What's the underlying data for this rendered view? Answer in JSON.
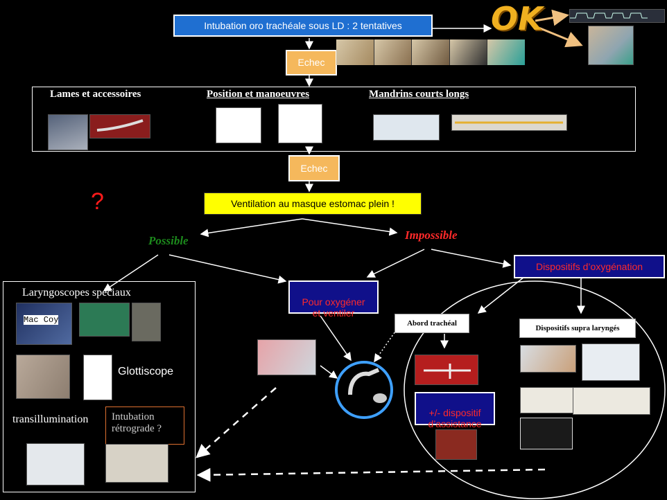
{
  "top": {
    "intubation_title": "Intubation oro trachéale sous LD : 2 tentatives",
    "ok_label": "OK",
    "echec_1": "Echec",
    "echec_2": "Echec"
  },
  "techniques": {
    "lames": "Lames et accessoires",
    "position": "Position et manoeuvres",
    "mandrins": "Mandrins courts longs"
  },
  "ventilation": {
    "title": "Ventilation au masque estomac plein !",
    "question_mark": "?",
    "possible": "Possible",
    "impossible": "Impossible"
  },
  "possible_branch": {
    "laryngoscopes": "Laryngoscopes spéciaux",
    "mac_coy": "Mac  Coy",
    "glottiscope": "Glottiscope",
    "transillumination": "transillumination",
    "intubation_retro": "Intubation\nrétrograde ?"
  },
  "center": {
    "pour_oxygener": "Pour oxygéner\net ventiler"
  },
  "impossible_branch": {
    "dispositifs_oxy": "Dispositifs d’oxygénation",
    "abord_tracheal": "Abord trachéal",
    "supra": "Dispositifs supra laryngés",
    "assistance": "+/- dispositif\nd’assistance"
  },
  "colors": {
    "background": "#000000",
    "blue_box": "#1f6fd1",
    "orange_box": "#f5b85c",
    "yellow_box": "#ffff00",
    "navy_box": "#10108a",
    "possible_green": "#1c8a1c",
    "impossible_red": "#ff2a2a",
    "ok_gold": "#f0b020"
  }
}
